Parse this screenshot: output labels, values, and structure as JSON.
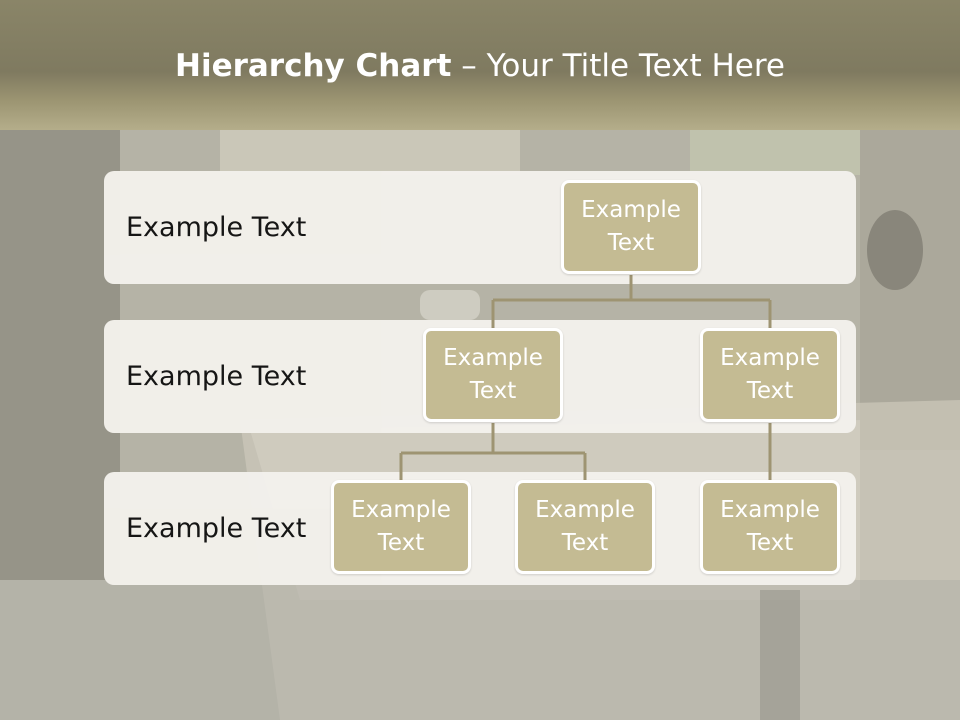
{
  "title": {
    "strong": "Hierarchy Chart",
    "rest": " – Your Title Text Here"
  },
  "bands": [
    {
      "label": "Example Text"
    },
    {
      "label": "Example Text"
    },
    {
      "label": "Example Text"
    }
  ],
  "nodes": {
    "root": "Example Text",
    "level2_left": "Example Text",
    "level2_right": "Example Text",
    "level3_left": "Example Text",
    "level3_middle": "Example Text",
    "level3_right": "Example Text"
  },
  "colors": {
    "node_fill": "#c4bb93",
    "node_border": "#ffffff",
    "connector": "#9e9472",
    "band_fill": "#f3f1ec",
    "title_band": "#8a8568"
  }
}
